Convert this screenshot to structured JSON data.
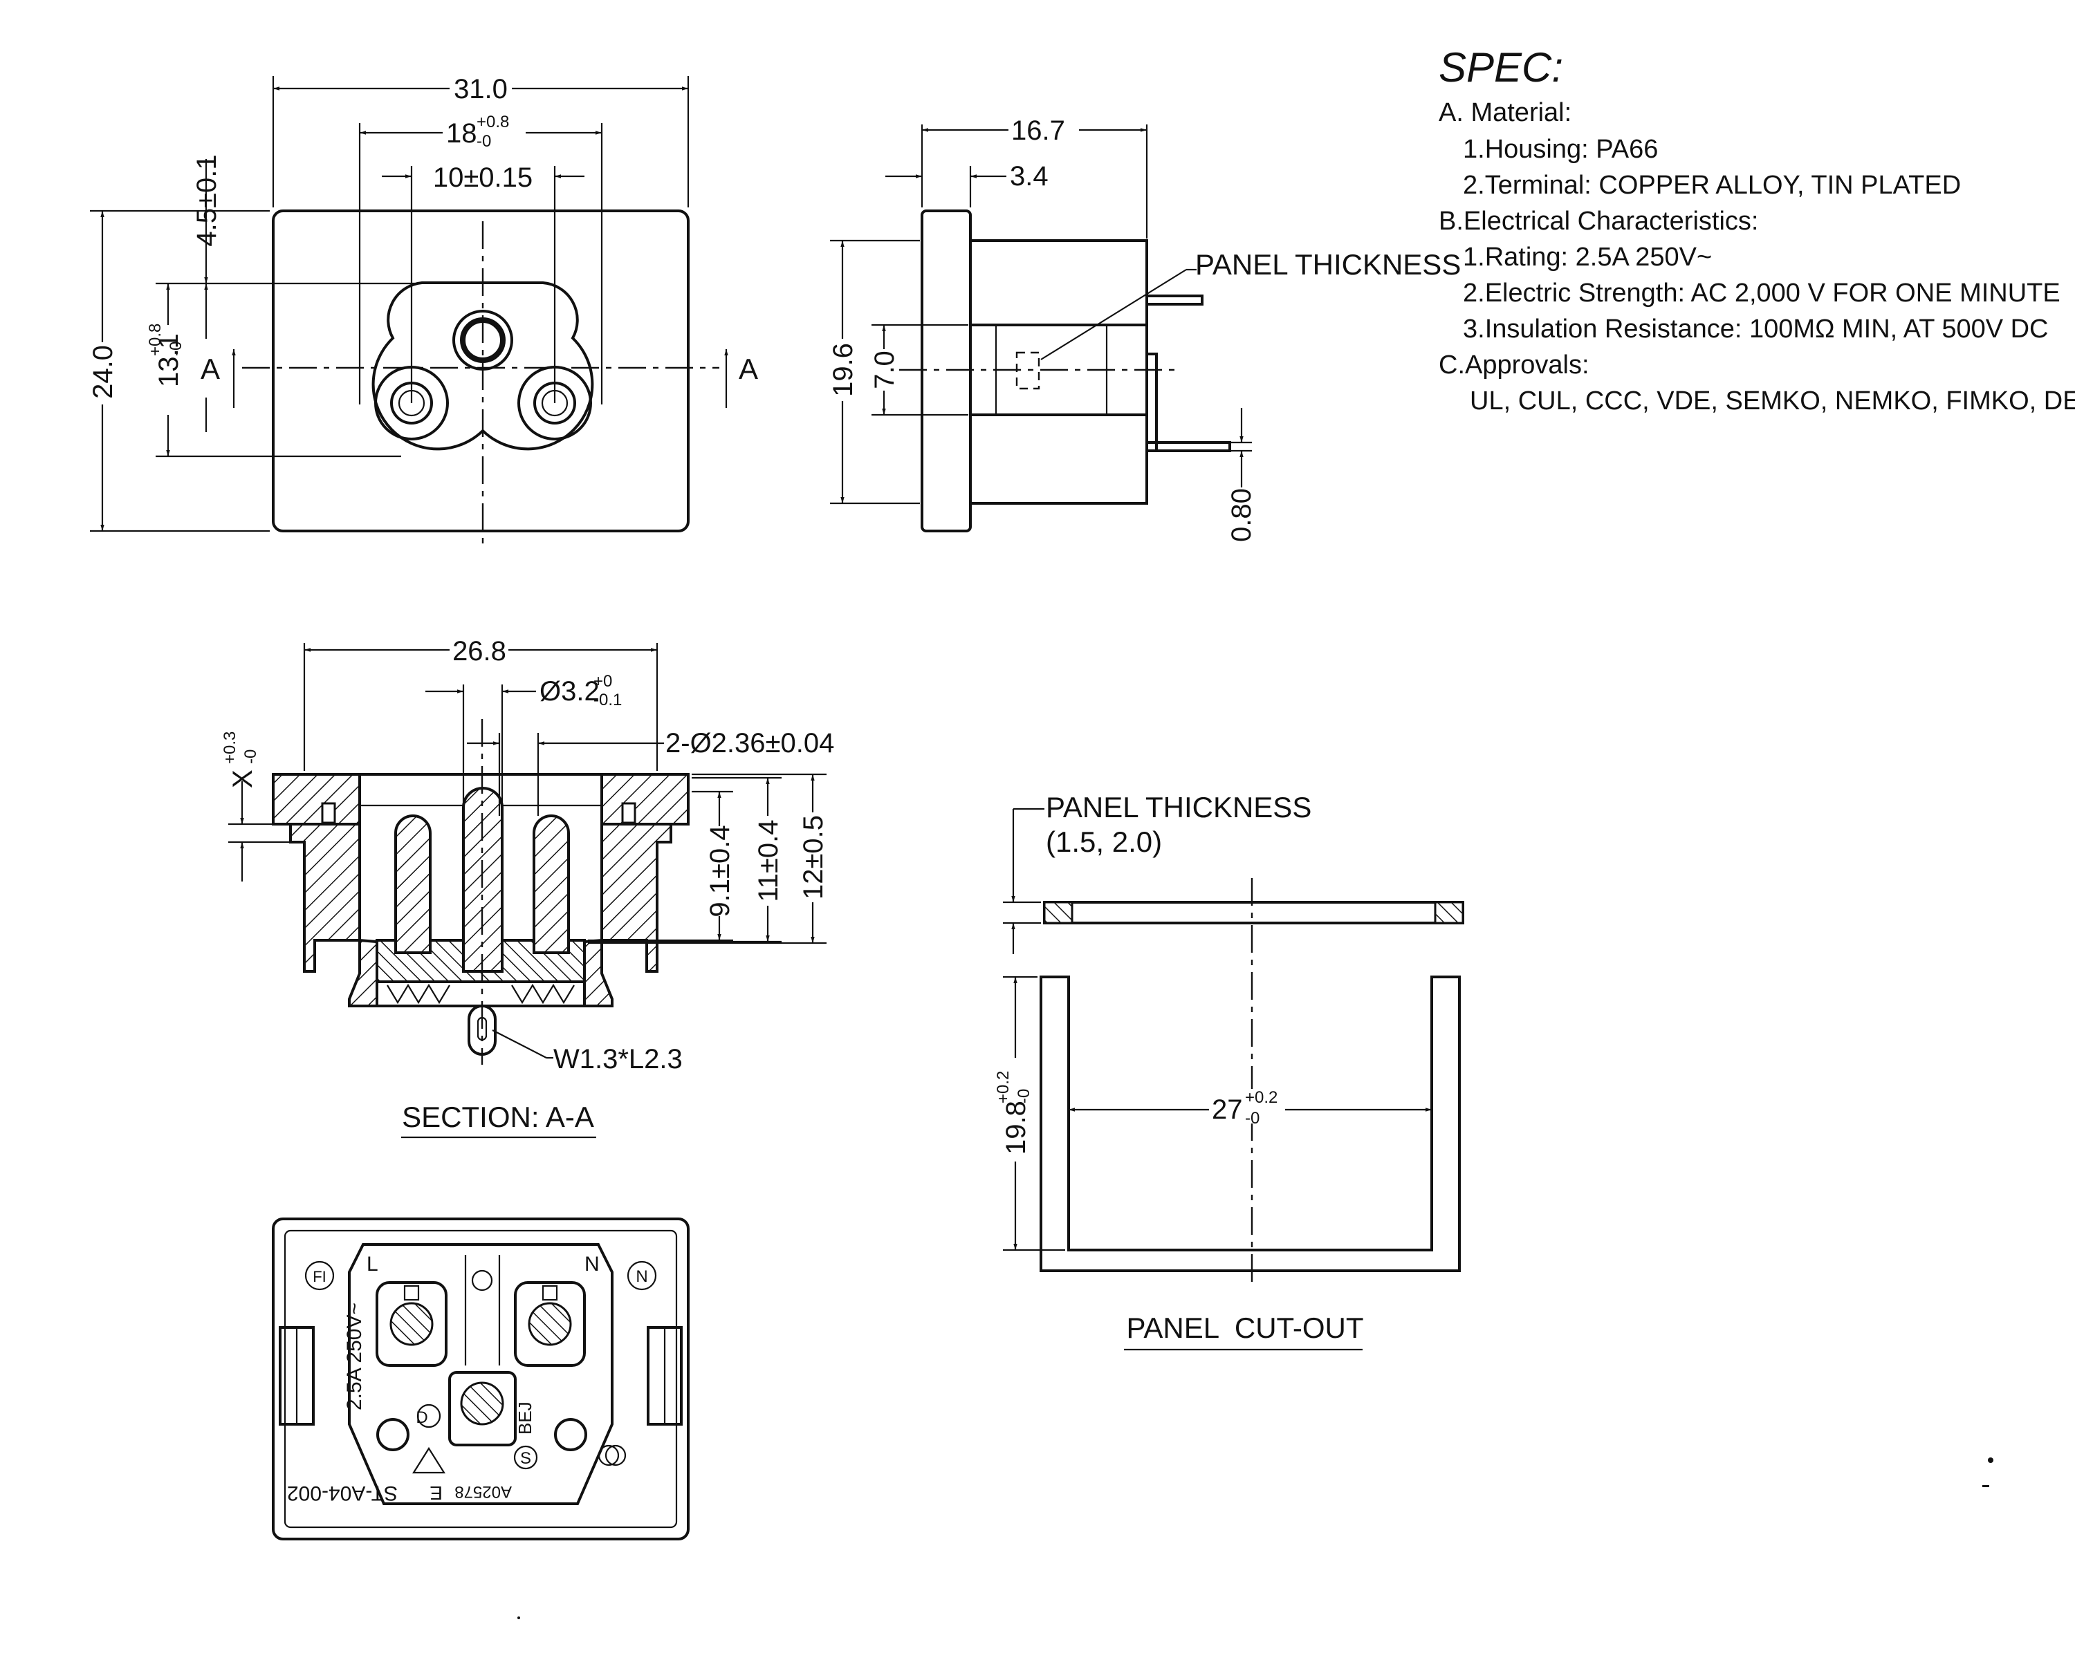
{
  "spec": {
    "title": "SPEC:",
    "material_heading": "A. Material:",
    "housing": "1.Housing: PA66",
    "terminal": "2.Terminal: COPPER ALLOY, TIN PLATED",
    "electrical_heading": "B.Electrical Characteristics:",
    "rating": "1.Rating:  2.5A 250V~",
    "strength": "2.Electric Strength: AC 2,000 V FOR ONE MINUTE",
    "insulation": "3.Insulation Resistance: 100MΩ MIN, AT 500V DC",
    "approvals_heading": "C.Approvals:",
    "approvals": "UL, CUL, CCC, VDE, SEMKO, NEMKO, FIMKO, DEMKO"
  },
  "front_view": {
    "width": "31.0",
    "pin_spacing_outer": "18",
    "pin_spacing_outer_tol_plus": "+0.8",
    "pin_spacing_outer_tol_minus": "-0",
    "pin_spacing": "10±0.15",
    "top_offset": "4.5±0.1",
    "height": "24.0",
    "opening_height": "13.1",
    "opening_height_tol_plus": "+0.8",
    "opening_height_tol_minus": "-0",
    "section_mark": "A"
  },
  "side_view": {
    "depth": "16.7",
    "flange": "3.4",
    "panel_thickness": "PANEL THICKNESS",
    "body_height": "19.6",
    "inner_height": "7.0",
    "pin_thickness": "0.80"
  },
  "section_view": {
    "width": "26.8",
    "center_dia": "Ø3.2",
    "center_dia_tol_plus": "+0",
    "center_dia_tol_minus": "-0.1",
    "pin_dia": "2-Ø2.36±0.04",
    "x_label": "X",
    "x_tol_plus": "+0.3",
    "x_tol_minus": "-0",
    "depth_1": "9.1±0.4",
    "depth_2": "11±0.4",
    "depth_3": "12±0.5",
    "slot": "W1.3*L2.3",
    "caption": "SECTION: A-A"
  },
  "panel": {
    "thickness_label": "PANEL THICKNESS",
    "thickness_values": "(1.5, 2.0)",
    "cutout_width": "27",
    "cutout_width_tol_plus": "+0.2",
    "cutout_width_tol_minus": "-0",
    "cutout_height": "19.8",
    "cutout_height_tol_plus": "+0.2",
    "cutout_height_tol_minus": "-0",
    "caption": "PANEL  CUT-OUT"
  },
  "rear_view": {
    "rating_mark": "2.5A 250V~",
    "part_number": "ST-A04-002",
    "code": "A02578",
    "mark_l": "L",
    "mark_n": "N",
    "mark_e": "E",
    "mark_bej": "BEJ",
    "mark_d": "D",
    "mark_s": "S",
    "mark_fi": "FI",
    "mark_n_circle": "N"
  }
}
